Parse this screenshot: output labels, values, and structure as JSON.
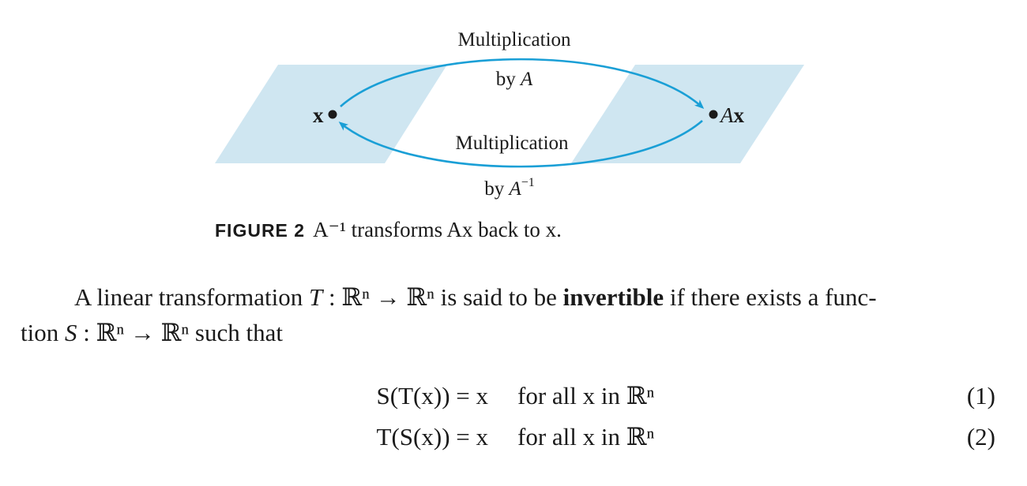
{
  "figure": {
    "top_label_line1": "Multiplication",
    "top_label_line2_prefix": "by ",
    "top_label_line2_var": "A",
    "bottom_label_line1": "Multiplication",
    "bottom_label_line2_prefix": "by ",
    "bottom_label_line2_var": "A",
    "bottom_label_line2_sup": "−1",
    "left_point_label": "x",
    "right_point_label_var": "A",
    "right_point_label_vec": "x",
    "plane_color": "#cfe6f1",
    "arrow_color": "#1a9fd6"
  },
  "caption": {
    "label": "FIGURE 2",
    "text": "A⁻¹ transforms Ax back to x."
  },
  "paragraph": {
    "line1_a": "A linear transformation ",
    "line1_T": "T",
    "line1_mapping": " : ℝⁿ → ℝⁿ",
    "line1_b": " is said to be ",
    "line1_bold": "invertible",
    "line1_c": " if there exists a func-",
    "line2_a": "tion ",
    "line2_S": "S",
    "line2_mapping": " : ℝⁿ → ℝⁿ",
    "line2_b": " such that"
  },
  "equations": [
    {
      "lhs": "S(T(x)) = x",
      "rhs": "for all x in ℝⁿ",
      "number": "(1)"
    },
    {
      "lhs": "T(S(x)) = x",
      "rhs": "for all x in ℝⁿ",
      "number": "(2)"
    }
  ]
}
